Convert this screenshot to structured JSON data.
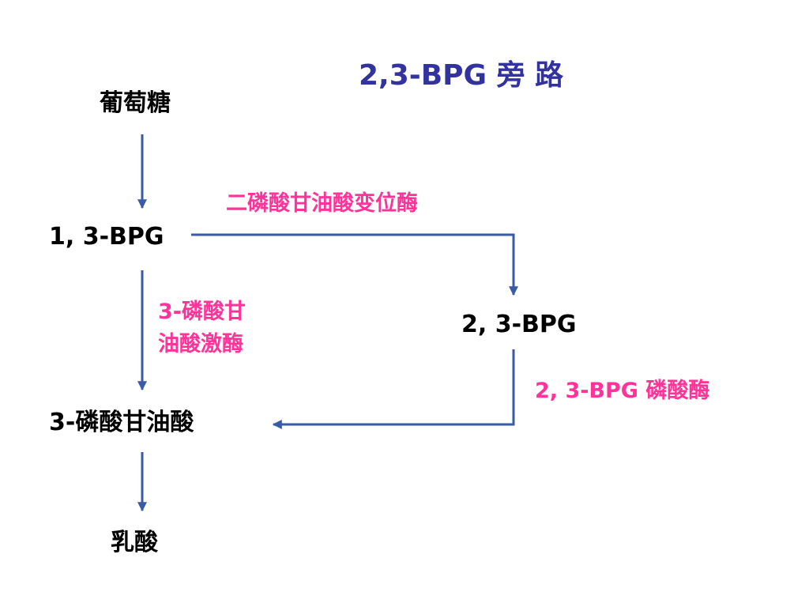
{
  "slide": {
    "title": "2,3-BPG 旁 路",
    "nodes": {
      "glucose": "葡萄糖",
      "bpg13": "1, 3-BPG",
      "bpg23": "2, 3-BPG",
      "pg3": "3-磷酸甘油酸",
      "lactate": "乳酸"
    },
    "enzymes": {
      "mutase": "二磷酸甘油酸变位酶",
      "kinase_line1": "3-磷酸甘",
      "kinase_line2": "油酸激酶",
      "phosphatase": "2, 3-BPG 磷酸酶"
    }
  },
  "colors": {
    "title": "#3333a0",
    "node_text": "#000000",
    "enzyme_text": "#ff3399",
    "arrow": "#3b5aa6"
  }
}
